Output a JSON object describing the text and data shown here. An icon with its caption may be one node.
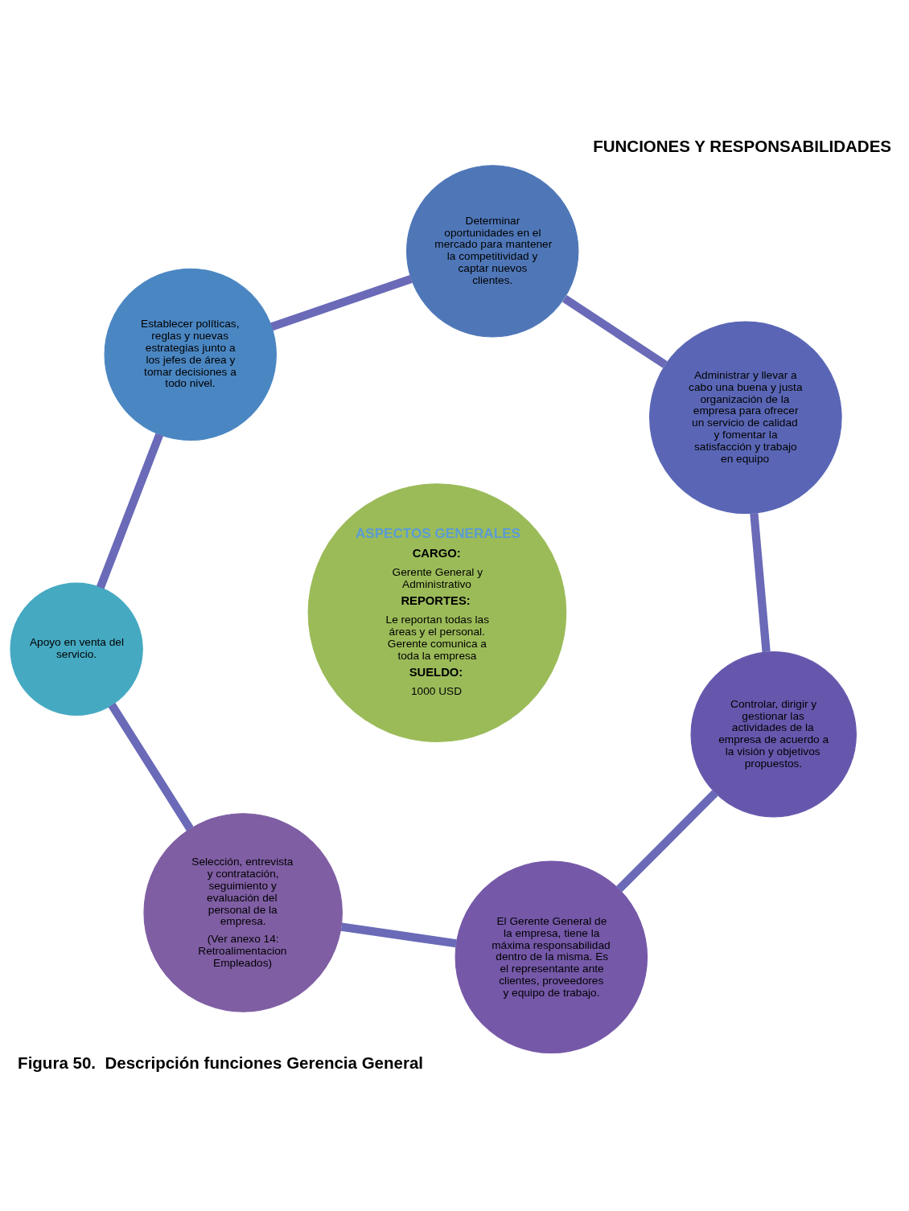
{
  "diagram": {
    "title": "FUNCIONES Y RESPONSABILIDADES",
    "caption": "Figura 50.  Descripción funciones Gerencia General",
    "nodes": [
      {
        "text": [
          "Selección, entrevista y contratación, seguimiento y evaluación del personal de la empresa.",
          "(Ver anexo 14: Retroalimentacion Empleados)"
        ]
      },
      {
        "text": [
          "El Gerente General de la empresa, tiene la máxima responsabilidad dentro de la misma. Es el representante ante clientes, proveedores y equipo de trabajo."
        ]
      },
      {
        "text": [
          "Controlar, dirigir y gestionar las actividades de la empresa de acuerdo a la visión y objetivos propuestos."
        ]
      },
      {
        "text": [
          "Administrar y llevar a cabo una buena y justa organización de la empresa para ofrecer un servicio de calidad  y fomentar la satisfacción y trabajo en equipo"
        ]
      },
      {
        "text": [
          "Determinar oportunidades en el mercado para mantener la competitividad y captar nuevos clientes."
        ]
      },
      {
        "text": [
          "Establecer políticas, reglas y nuevas estrategias junto a los jefes de área y tomar decisiones a todo nivel."
        ]
      },
      {
        "text": [
          "Apoyo en venta del servicio."
        ]
      },
      {
        "text": [
          "ASPECTOS GENERALES",
          "CARGO:",
          "Gerente General y Administrativo",
          "REPORTES:",
          "Le reportan todas las áreas y el personal. Gerente comunica a toda la empresa",
          "SUELDO:",
          "1000 USD"
        ]
      }
    ],
    "edges": [
      {
        "from": 0,
        "to": 1,
        "arrow": "none"
      },
      {
        "from": 1,
        "to": 2,
        "arrow": "none"
      },
      {
        "from": 2,
        "to": 3,
        "arrow": "none"
      },
      {
        "from": 3,
        "to": 4,
        "arrow": "none"
      },
      {
        "from": 4,
        "to": 5,
        "arrow": "none"
      },
      {
        "from": 5,
        "to": 6,
        "arrow": "none"
      },
      {
        "from": 6,
        "to": 0,
        "arrow": "none"
      }
    ]
  }
}
